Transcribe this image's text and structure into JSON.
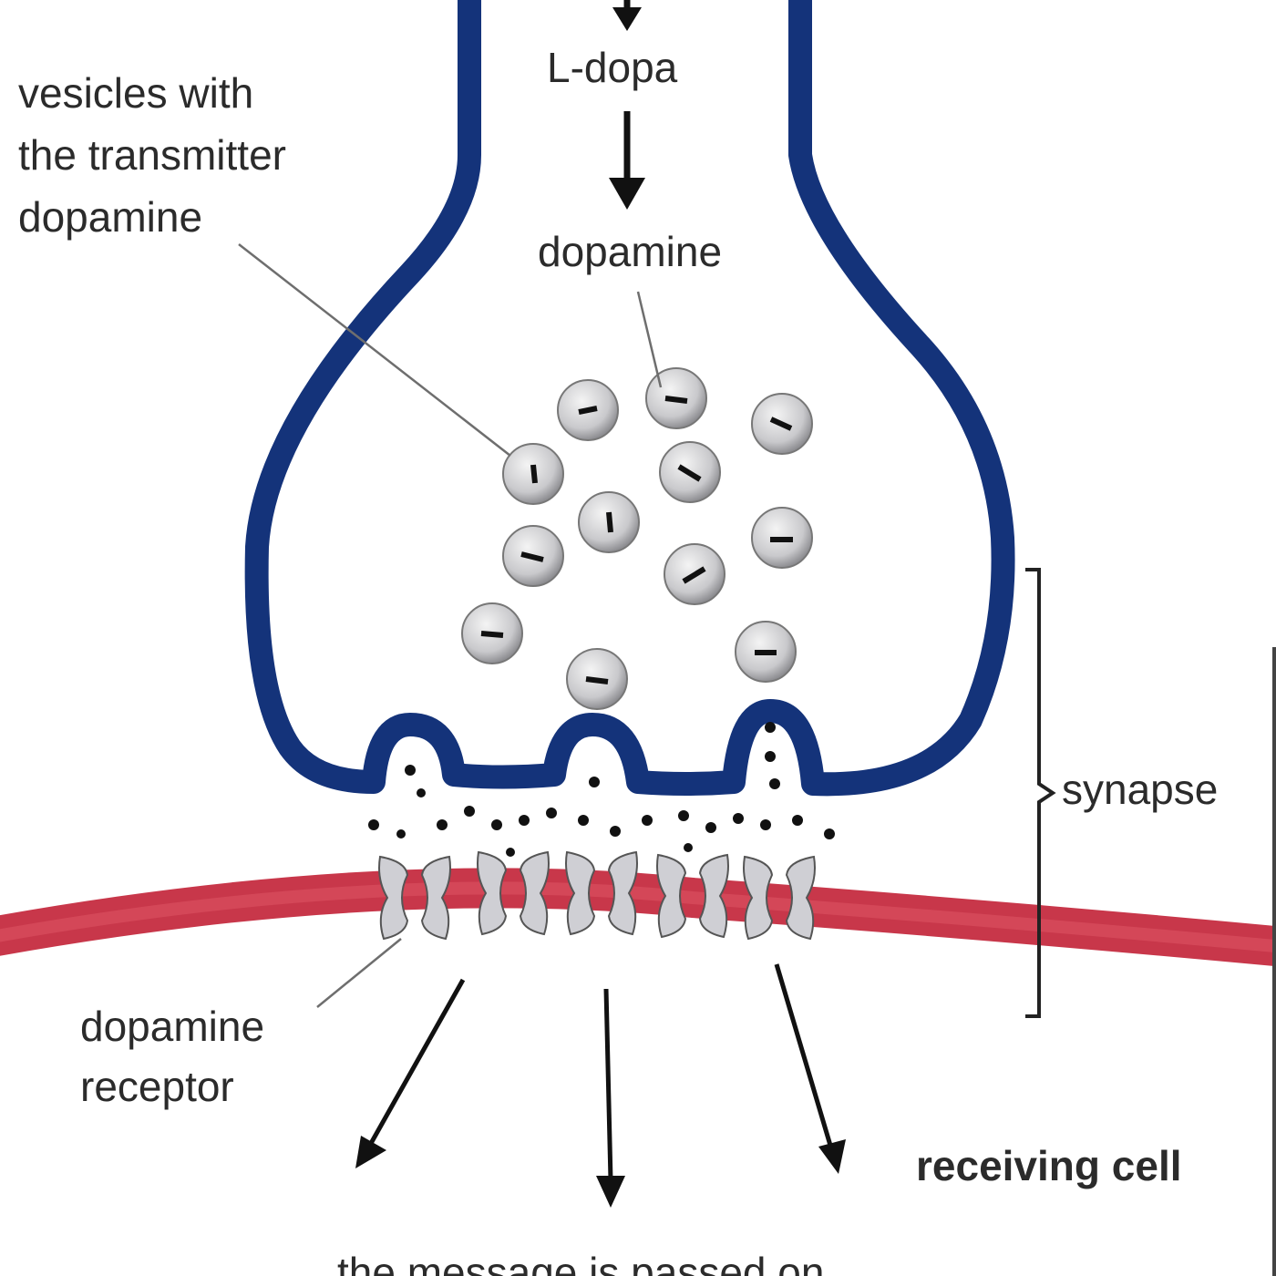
{
  "diagram": {
    "labels": {
      "ldopa": "L-dopa",
      "dopamine_top": "dopamine",
      "vesicles_line1": "vesicles with",
      "vesicles_line2": "the transmitter",
      "vesicles_line3": "dopamine",
      "synapse": "synapse",
      "receptor_line1": "dopamine",
      "receptor_line2": "receptor",
      "receiving_cell": "receiving cell",
      "message": "the message is passed on"
    },
    "colors": {
      "presynaptic_membrane": "#14337a",
      "postsynaptic_membrane": "#c8374a",
      "receptor": "#cfcfd4",
      "vesicle": "#c9c9cc",
      "text": "#2b2b2b"
    }
  }
}
